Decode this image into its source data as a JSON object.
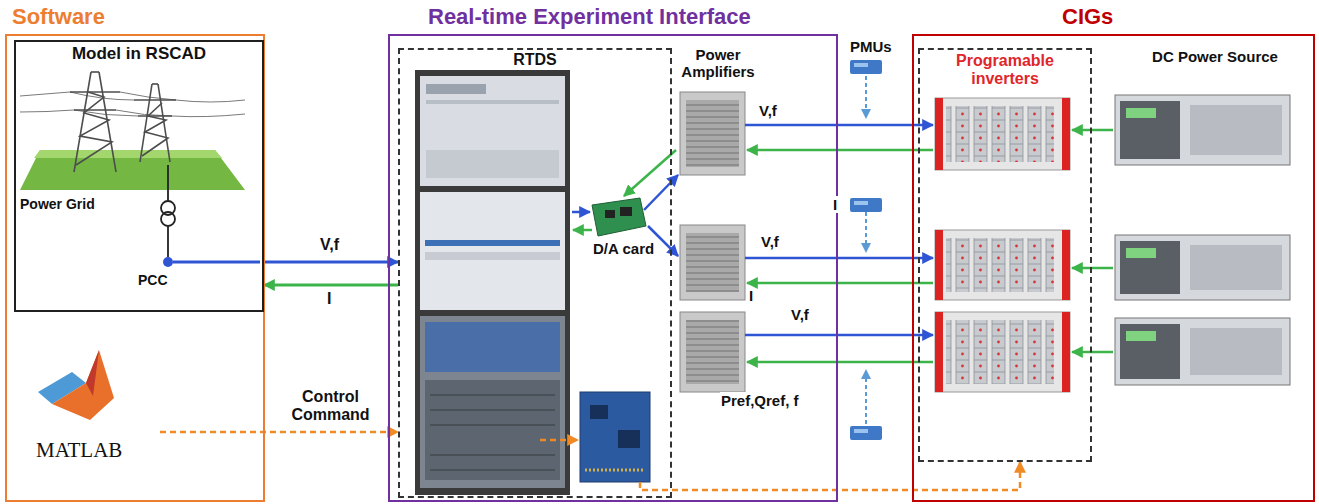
{
  "diagram": {
    "nodes": [
      {
        "text": [
          "Software"
        ]
      },
      {
        "text": [
          "Model in RSCAD",
          "Power Grid",
          "PCC"
        ],
        "in": 0
      },
      {
        "text": [
          "MATLAB"
        ],
        "in": 0
      },
      {
        "text": [
          "Real-time Experiment Interface"
        ]
      },
      {
        "text": [
          "RTDS"
        ],
        "in": 3
      },
      {
        "text": [
          "CIGs"
        ]
      },
      {
        "text": [
          "Programable inverters"
        ],
        "in": 5
      }
    ],
    "edges": [
      {
        "from": 1,
        "to": 4,
        "label": "V,f",
        "arrow": "to"
      },
      {
        "from": 4,
        "to": 1,
        "label": "I",
        "arrow": "to"
      },
      {
        "from": 2,
        "to": 4,
        "label": "Control Command",
        "arrow": "to"
      },
      {
        "from": 4,
        "to": 6,
        "arrow": "to"
      }
    ],
    "labels": [
      "Power Amplifiers",
      "PMUs",
      "D/A card",
      "V,f",
      "I",
      "V,f",
      "I",
      "V,f",
      "Pref,Qref, f",
      "DC Power Source"
    ]
  }
}
